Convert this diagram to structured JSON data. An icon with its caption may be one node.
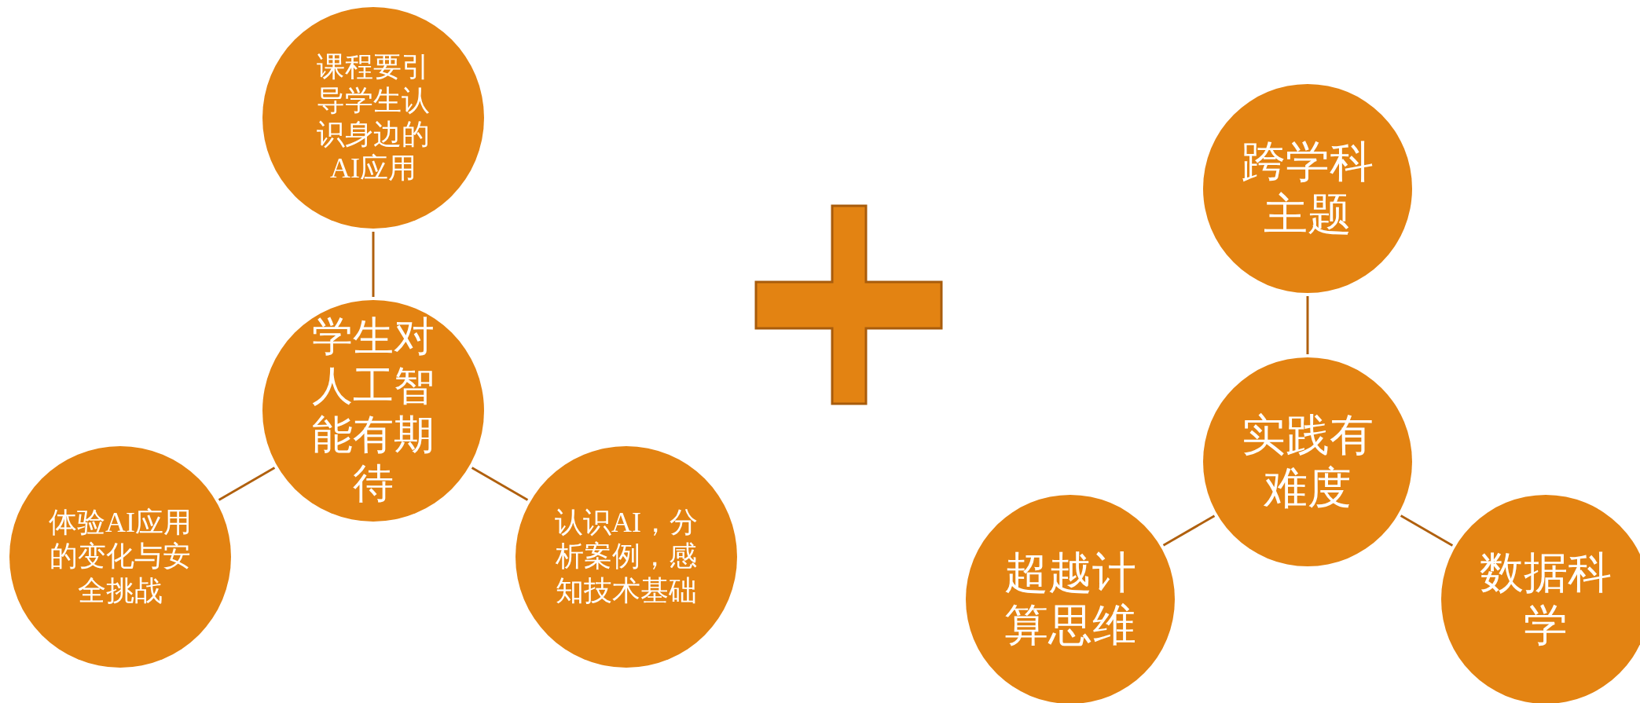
{
  "diagram": {
    "nodes": [
      {
        "text": [
          "课程要引导学生认识身边的AI应用"
        ]
      },
      {
        "text": [
          "学生对人工智能有期待"
        ]
      },
      {
        "text": [
          "体验AI应用的变化与安全挑战"
        ]
      },
      {
        "text": [
          "认识AI，分析案例，感知技术基础"
        ]
      },
      {
        "text": [
          "跨学科主题"
        ]
      },
      {
        "text": [
          "实践有难度"
        ]
      },
      {
        "text": [
          "超越计算思维"
        ]
      },
      {
        "text": [
          "数据科学"
        ]
      }
    ],
    "edges": [
      {
        "from": 1,
        "to": 0,
        "arrow": "none"
      },
      {
        "from": 1,
        "to": 2,
        "arrow": "none"
      },
      {
        "from": 1,
        "to": 3,
        "arrow": "none"
      },
      {
        "from": 5,
        "to": 4,
        "arrow": "none"
      },
      {
        "from": 5,
        "to": 6,
        "arrow": "none"
      },
      {
        "from": 5,
        "to": 7,
        "arrow": "none"
      }
    ]
  }
}
